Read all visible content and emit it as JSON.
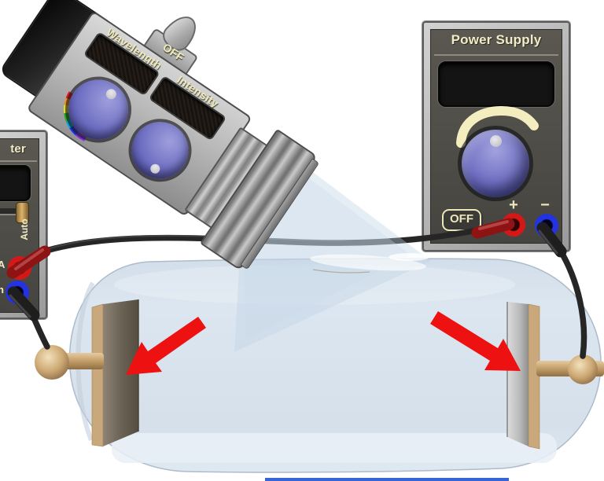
{
  "flashlight": {
    "wavelength_label": "Wavelength",
    "off_label": "OFF",
    "intensity_label": "Intensity"
  },
  "power_supply": {
    "title": "Power Supply",
    "off_button": "OFF",
    "plus_label": "+",
    "minus_label": "−"
  },
  "meter": {
    "title_fragment": "ter",
    "auto_label": "Auto",
    "current_terminal_label": "A",
    "common_terminal_label": "n"
  },
  "colors": {
    "panel_dark": "#504e47",
    "panel_frame": "#b5b5b5",
    "cream_text": "#f2ecc6",
    "knob_blue": "#7070c4",
    "arrow_red": "#ee1111",
    "glass_blue": "#d9e3ee",
    "plate_tan": "#c9a87c",
    "wire_black": "#262626",
    "plug_red": "#8e1313",
    "beam_blue": "#c7d8e8",
    "bottom_line_blue": "#3565d6"
  }
}
